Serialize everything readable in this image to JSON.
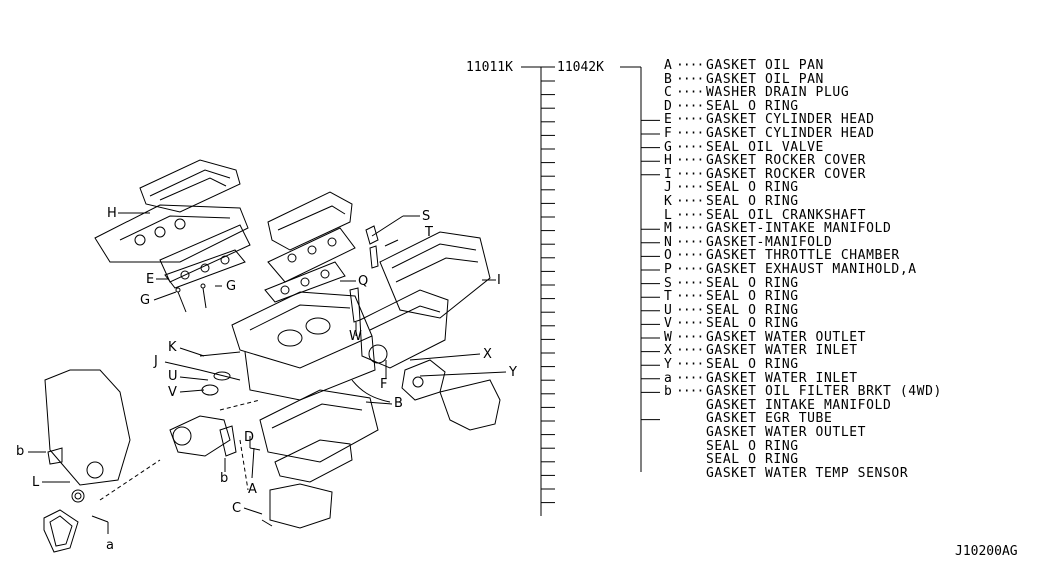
{
  "codes": {
    "assembly": "11011K",
    "kit": "11042K"
  },
  "drawing_id": "J10200AG",
  "parts": [
    {
      "letter": "A",
      "name": "GASKET OIL PAN"
    },
    {
      "letter": "B",
      "name": "GASKET OIL PAN"
    },
    {
      "letter": "C",
      "name": "WASHER DRAIN PLUG"
    },
    {
      "letter": "D",
      "name": "SEAL O RING"
    },
    {
      "letter": "E",
      "name": "GASKET CYLINDER HEAD"
    },
    {
      "letter": "F",
      "name": "GASKET CYLINDER HEAD"
    },
    {
      "letter": "G",
      "name": "SEAL OIL VALVE"
    },
    {
      "letter": "H",
      "name": "GASKET ROCKER COVER"
    },
    {
      "letter": "I",
      "name": "GASKET ROCKER COVER"
    },
    {
      "letter": "J",
      "name": "SEAL O RING"
    },
    {
      "letter": "K",
      "name": "SEAL O RING"
    },
    {
      "letter": "L",
      "name": "SEAL OIL CRANKSHAFT"
    },
    {
      "letter": "M",
      "name": "GASKET-INTAKE MANIFOLD"
    },
    {
      "letter": "N",
      "name": "GASKET-MANIFOLD"
    },
    {
      "letter": "O",
      "name": "GASKET THROTTLE CHAMBER"
    },
    {
      "letter": "P",
      "name": "GASKET EXHAUST MANIHOLD,A"
    },
    {
      "letter": "S",
      "name": "SEAL O RING"
    },
    {
      "letter": "T",
      "name": "SEAL O RING"
    },
    {
      "letter": "U",
      "name": "SEAL O RING"
    },
    {
      "letter": "V",
      "name": "SEAL O RING"
    },
    {
      "letter": "W",
      "name": "GASKET WATER OUTLET"
    },
    {
      "letter": "X",
      "name": "GASKET WATER INLET"
    },
    {
      "letter": "Y",
      "name": "SEAL O RING"
    },
    {
      "letter": "a",
      "name": "GASKET WATER INLET"
    },
    {
      "letter": "b",
      "name": "GASKET OIL FILTER BRKT (4WD)"
    },
    {
      "letter": "",
      "name": "GASKET INTAKE MANIFOLD"
    },
    {
      "letter": "",
      "name": "GASKET EGR TUBE"
    },
    {
      "letter": "",
      "name": "GASKET WATER OUTLET"
    },
    {
      "letter": "",
      "name": "SEAL O RING"
    },
    {
      "letter": "",
      "name": "SEAL O RING"
    },
    {
      "letter": "",
      "name": "GASKET WATER TEMP SENSOR"
    }
  ],
  "callouts": {
    "H": "H",
    "S": "S",
    "T": "T",
    "E": "E",
    "G1": "G",
    "G2": "G",
    "Q": "Q",
    "I": "I",
    "K": "K",
    "J": "J",
    "U": "U",
    "V": "V",
    "W": "W",
    "X": "X",
    "Y": "Y",
    "F": "F",
    "B": "B",
    "D": "D",
    "b1": "b",
    "b2": "b",
    "L": "L",
    "A": "A",
    "C": "C",
    "a": "a"
  }
}
